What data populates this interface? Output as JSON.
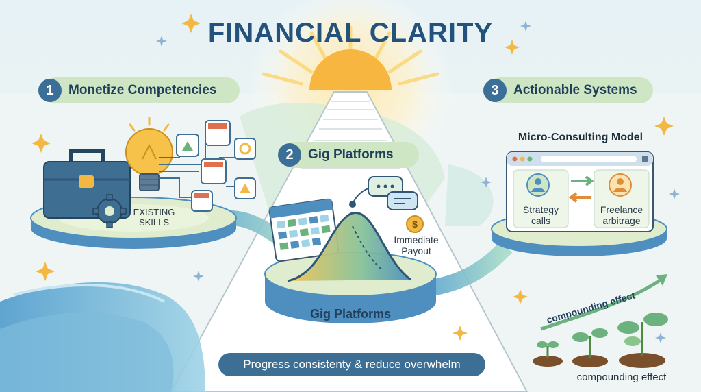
{
  "title": "FINANCIAL CLARITY",
  "steps": [
    {
      "number": "1",
      "label": "Monetize Competencies"
    },
    {
      "number": "2",
      "label": "Gig Platforms"
    },
    {
      "number": "3",
      "label": "Actionable Systems"
    }
  ],
  "skills_label": "EXISTING\nSKILLS",
  "gig_platform_base_label": "Gig Platforms",
  "payout_label": "Immediate\nPayout",
  "micro_consulting": {
    "title": "Micro-Consulting Model",
    "left_label": "Strategy\ncalls",
    "right_label": "Freelance\narbitrage"
  },
  "compounding_arrow_label": "compounding effect",
  "compounding_plants_label": "compounding effect",
  "footer_banner": "Progress consistenty & reduce overwhelm",
  "colors": {
    "title": "#23527c",
    "pill_bg": "#cfe6c4",
    "number_bg": "#3c6f98",
    "platform_top": "#dfeccd",
    "platform_side": "#4f8fc0",
    "sun": "#f6b640",
    "banner": "#3d6f95"
  }
}
